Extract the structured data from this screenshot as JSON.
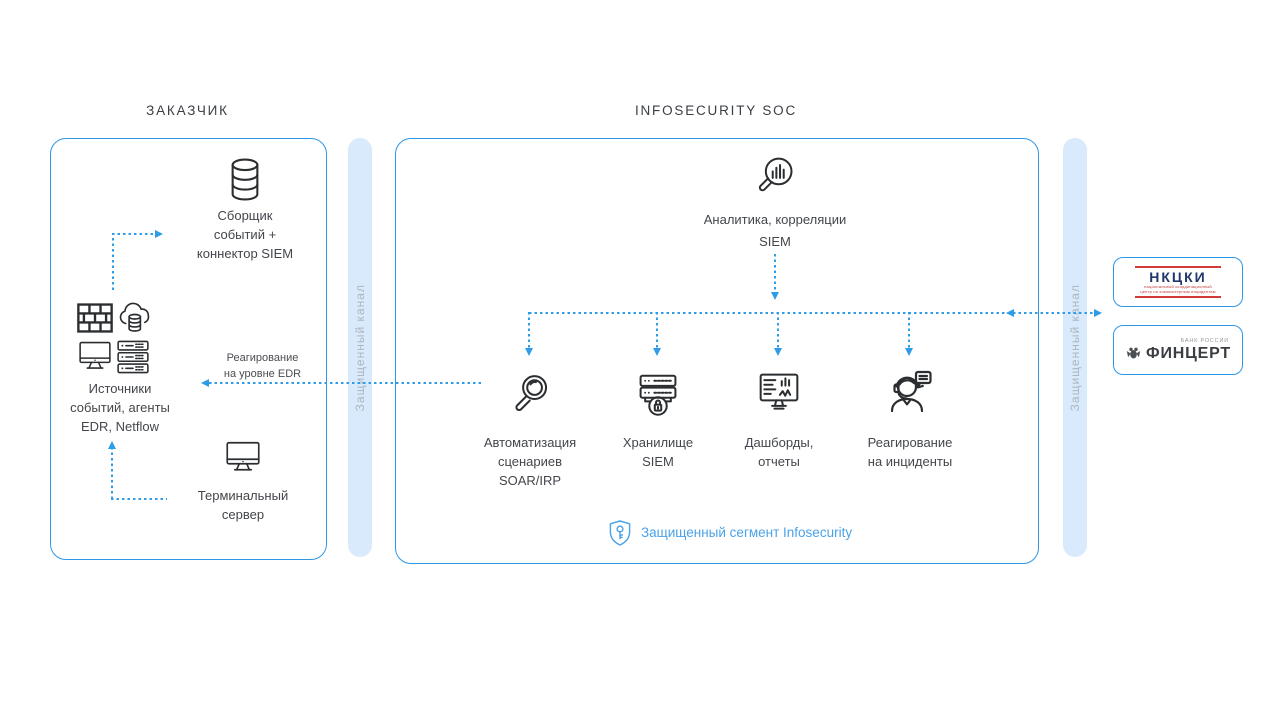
{
  "titles": {
    "customer": "ЗАКАЗЧИК",
    "soc": "INFOSECURITY SOC"
  },
  "channels": {
    "left": "Защищенный канал",
    "right": "Защищенный канал"
  },
  "customer": {
    "collector": [
      "Сборщик",
      "событий +",
      "коннектор SIEM"
    ],
    "sources": [
      "Источники",
      "событий, агенты",
      "EDR, Netflow"
    ],
    "terminal": [
      "Терминальный",
      "сервер"
    ],
    "edr_note": [
      "Реагирование",
      "на уровне EDR"
    ]
  },
  "soc": {
    "analytics": [
      "Аналитика, корреляции",
      "SIEM"
    ],
    "items": [
      {
        "icon": "magnifier-icon",
        "lines": [
          "Автоматизация",
          "сценариев",
          "SOAR/IRP"
        ]
      },
      {
        "icon": "secure-server-icon",
        "lines": [
          "Хранилище",
          "SIEM"
        ]
      },
      {
        "icon": "dashboard-monitor-icon",
        "lines": [
          "Дашборды,",
          "отчеты"
        ]
      },
      {
        "icon": "support-operator-icon",
        "lines": [
          "Реагирование",
          "на инциденты"
        ]
      }
    ],
    "segment_note": "Защищенный сегмент Infosecurity"
  },
  "external": {
    "nkcki": {
      "name": "НКЦКИ",
      "subtitle": [
        "национальный координационный",
        "центр по компьютерным инцидентам"
      ]
    },
    "fincert": {
      "org": "БАНК РОССИИ",
      "name": "ФИНЦЕРТ"
    }
  },
  "icons": {
    "collector": "database-icon",
    "sources": [
      "firewall-icon",
      "cloud-database-icon",
      "monitor-icon",
      "server-rack-icon"
    ],
    "terminal": "monitor-icon",
    "analytics": "magnifier-chart-icon",
    "segment": "shield-key-icon",
    "fincert_emblem": "eagle-emblem-icon"
  },
  "colors": {
    "accent_blue": "#2e97e8",
    "arrow_blue": "#2f9ce8",
    "channel_bar": "#d9eafc",
    "channel_text": "#adb6bf",
    "label_text": "#43464b",
    "blue_text": "#4aa3e8",
    "logo_red": "#d23c36",
    "logo_navy": "#21386b"
  }
}
